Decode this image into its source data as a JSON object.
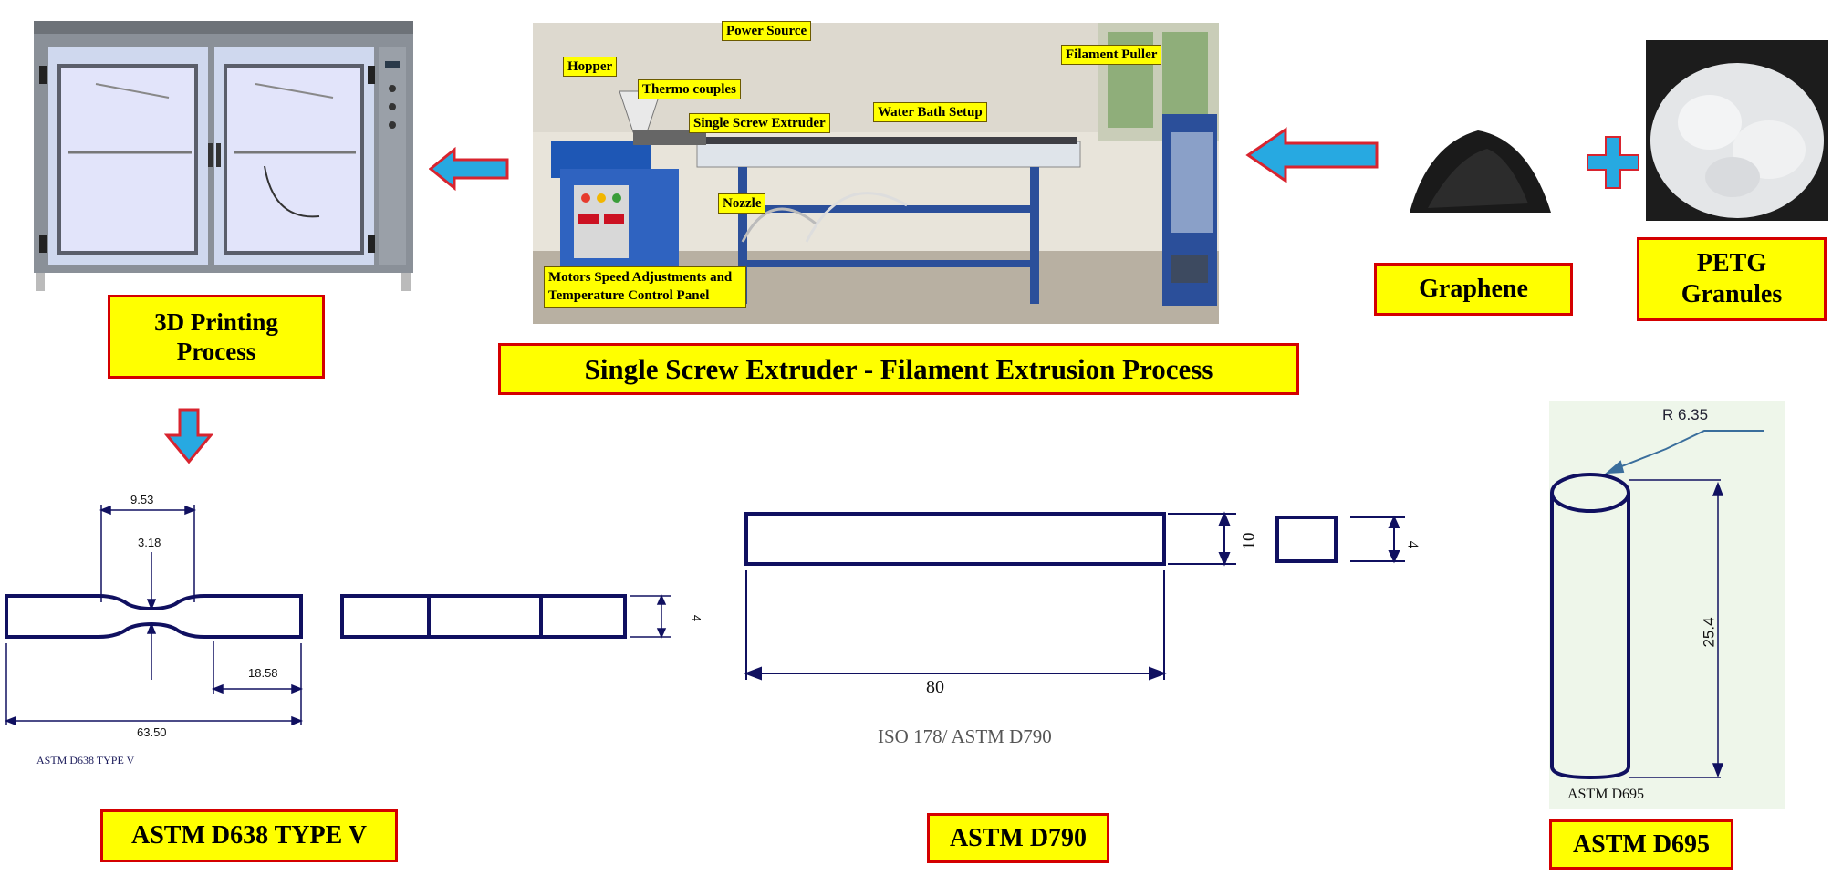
{
  "captions": {
    "printing": "3D Printing Process",
    "extruder": "Single Screw Extruder - Filament Extrusion Process",
    "graphene": "Graphene",
    "petg": "PETG Granules",
    "d638": "ASTM D638 TYPE V",
    "d790": "ASTM D790",
    "d695": "ASTM D695"
  },
  "extruder_labels": {
    "power_source": "Power Source",
    "hopper": "Hopper",
    "thermo_couples": "Thermo couples",
    "single_screw": "Single Screw Extruder",
    "water_bath": "Water Bath Setup",
    "filament_puller": "Filament Puller",
    "nozzle": "Nozzle",
    "control_panel": "Motors Speed Adjustments and Temperature Control Panel"
  },
  "d638_drawing": {
    "width_top": "9.53",
    "narrow": "3.18",
    "grip": "18.58",
    "length": "63.50",
    "thickness": "4",
    "caption": "ASTM D638 TYPE V"
  },
  "d790_drawing": {
    "length": "80",
    "height": "10",
    "thickness": "4",
    "caption": "ISO 178/ ASTM D790"
  },
  "d695_drawing": {
    "radius": "R 6.35",
    "length": "25.4",
    "caption": "ASTM D695"
  },
  "colors": {
    "arrow_fill": "#27a9e1",
    "arrow_outline": "#d8242f",
    "caption_bg": "#ffff00",
    "caption_border": "#d40000",
    "drawing_line": "#101060"
  }
}
